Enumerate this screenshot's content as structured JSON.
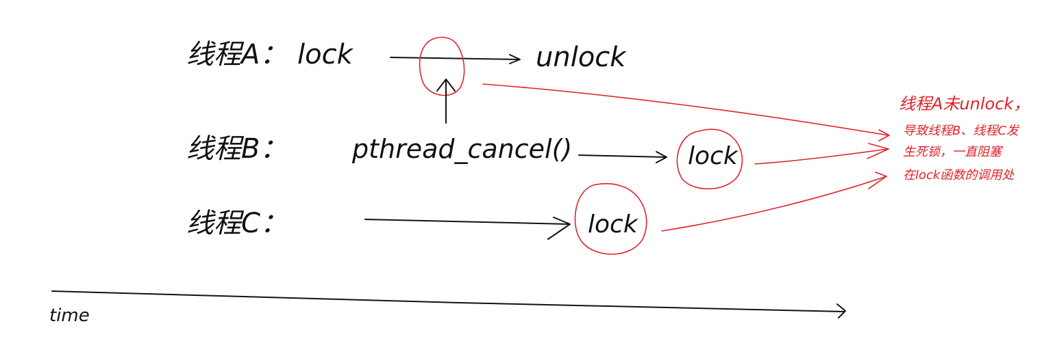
{
  "threads": {
    "a": {
      "label": "线程A：",
      "start": "lock",
      "end": "unlock"
    },
    "b": {
      "label": "线程B：",
      "call": "pthread_cancel()",
      "action": "lock"
    },
    "c": {
      "label": "线程C：",
      "action": "lock"
    }
  },
  "timeline": {
    "label": "time"
  },
  "annotation": {
    "line1": "线程A未unlock，",
    "line2": "导致线程B、线程C发",
    "line3": "生死锁，一直阻塞",
    "line4": "在lock函数的调用处"
  },
  "colors": {
    "ink": "#111111",
    "annotation": "#e0222a"
  }
}
